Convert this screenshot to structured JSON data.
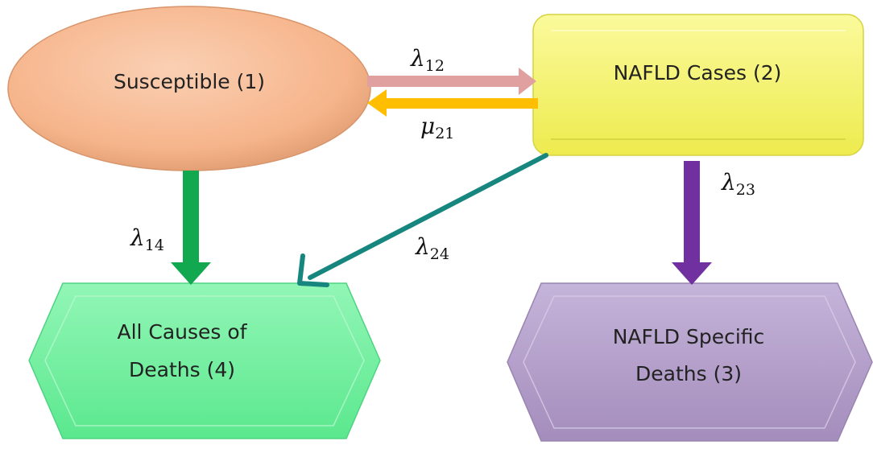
{
  "nodes": {
    "susceptible": {
      "label": "Susceptible  (1)",
      "fill": "#F6B48A"
    },
    "nafld_cases": {
      "label": "NAFLD Cases (2)",
      "fill": "#F7F56A"
    },
    "nafld_deaths": {
      "label_line1": "NAFLD Specific",
      "label_line2": "Deaths (3)",
      "fill": "#B09AC6"
    },
    "all_deaths": {
      "label_line1": "All Causes of",
      "label_line2": "Deaths (4)",
      "fill": "#6EF09C"
    }
  },
  "edges": {
    "lambda12": {
      "symbol": "λ",
      "subscript": "12",
      "color": "#E0A0A0"
    },
    "mu21": {
      "symbol": "μ",
      "subscript": "21",
      "color": "#FFBE00"
    },
    "lambda23": {
      "symbol": "λ",
      "subscript": "23",
      "color": "#7030A0"
    },
    "lambda14": {
      "symbol": "λ",
      "subscript": "14",
      "color": "#11A850"
    },
    "lambda24": {
      "symbol": "λ",
      "subscript": "24",
      "color": "#16867E"
    }
  }
}
